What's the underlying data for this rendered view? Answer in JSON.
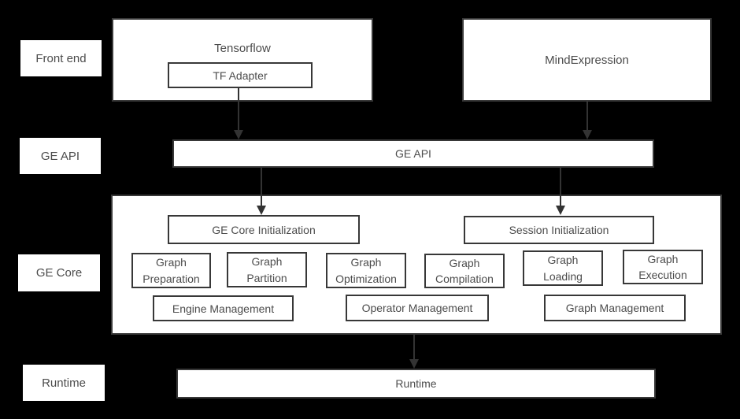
{
  "colors": {
    "background": "#000000",
    "box_fill": "#ffffff",
    "box_border": "#383838",
    "text": "#4c4c4c",
    "arrow": "#333333"
  },
  "side_labels": {
    "front_end": "Front end",
    "ge_api": "GE API",
    "ge_core": "GE Core",
    "runtime": "Runtime"
  },
  "front_end": {
    "tensorflow_label": "Tensorflow",
    "tf_adapter_label": "TF Adapter",
    "mind_expression_label": "MindExpression"
  },
  "ge_api": {
    "label": "GE API"
  },
  "ge_core": {
    "ge_core_initialization": "GE Core Initialization",
    "session_initialization": "Session Initialization",
    "stages": [
      "Graph Preparation",
      "Graph Partition",
      "Graph Optimization",
      "Graph Compilation",
      "Graph Loading",
      "Graph Execution"
    ],
    "management": [
      "Engine Management",
      "Operator Management",
      "Graph Management"
    ]
  },
  "runtime": {
    "label": "Runtime"
  },
  "connections": [
    {
      "from": "TF Adapter",
      "to": "GE API"
    },
    {
      "from": "MindExpression",
      "to": "GE API"
    },
    {
      "from": "GE API",
      "to": "GE Core Initialization"
    },
    {
      "from": "GE API",
      "to": "Session Initialization"
    },
    {
      "from": "GE Core",
      "to": "Runtime"
    }
  ]
}
